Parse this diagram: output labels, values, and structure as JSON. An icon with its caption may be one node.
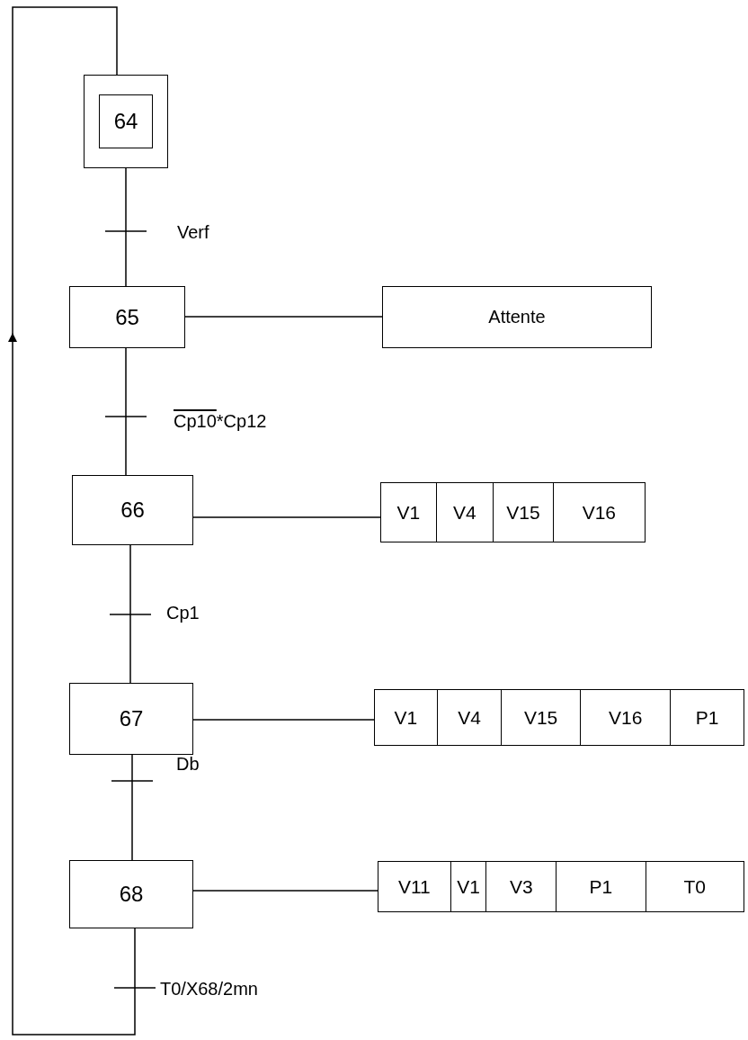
{
  "diagram": {
    "nodes": [
      {
        "text": [
          "64"
        ]
      },
      {
        "text": [
          "65"
        ]
      },
      {
        "text": [
          "Attente"
        ]
      },
      {
        "text": [
          "66"
        ]
      },
      {
        "text": [
          "V1",
          "V4",
          "V15",
          "V16"
        ]
      },
      {
        "text": [
          "67"
        ]
      },
      {
        "text": [
          "V1",
          "V4",
          "V15",
          "V16",
          "P1"
        ]
      },
      {
        "text": [
          "68"
        ]
      },
      {
        "text": [
          "V11",
          "V1",
          "V3",
          "P1",
          "T0"
        ]
      }
    ],
    "edges": [
      {
        "from": 0,
        "to": 1,
        "arrow": "none",
        "label": "Verf"
      },
      {
        "from": 1,
        "to": 2,
        "arrow": "none"
      },
      {
        "from": 1,
        "to": 3,
        "arrow": "none",
        "label": "Cp10*Cp12"
      },
      {
        "from": 3,
        "to": 4,
        "arrow": "none"
      },
      {
        "from": 3,
        "to": 5,
        "arrow": "none",
        "label": "Cp1"
      },
      {
        "from": 5,
        "to": 6,
        "arrow": "none"
      },
      {
        "from": 5,
        "to": 7,
        "arrow": "none",
        "label": "Db"
      },
      {
        "from": 7,
        "to": 8,
        "arrow": "none"
      },
      {
        "from": 7,
        "to": 0,
        "arrow": "to",
        "label": "T0/X68/2mn"
      }
    ]
  }
}
